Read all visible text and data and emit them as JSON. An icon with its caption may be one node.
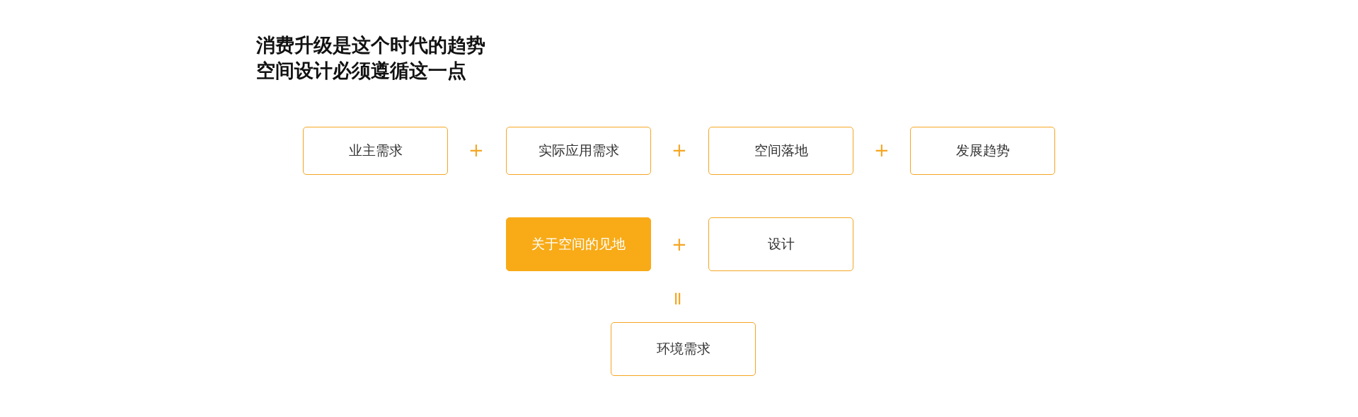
{
  "diagram": {
    "title": "消费升级是这个时代的趋势空间设计必须遵循这一点",
    "nodes": [
      {
        "text": [
          "业主需求"
        ]
      },
      {
        "text": [
          "实际应用需求"
        ]
      },
      {
        "text": [
          "空间落地"
        ]
      },
      {
        "text": [
          "发展趋势"
        ]
      },
      {
        "text": [
          "关于空间的见地"
        ]
      },
      {
        "text": [
          "设计"
        ]
      },
      {
        "text": [
          "环境需求"
        ]
      }
    ],
    "edges": [],
    "labels": [
      "+",
      "+",
      "+",
      "+",
      "="
    ]
  }
}
